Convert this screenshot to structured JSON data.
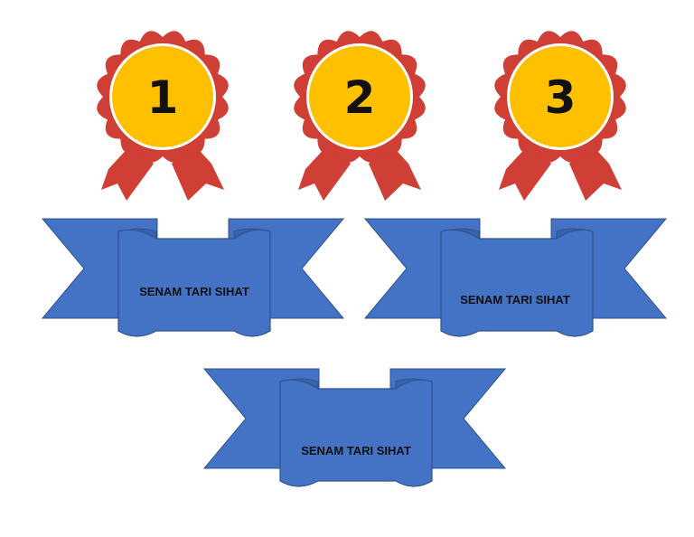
{
  "badges": [
    {
      "number": "1"
    },
    {
      "number": "2"
    },
    {
      "number": "3"
    }
  ],
  "ribbons": [
    {
      "label": "SENAM TARI SIHAT"
    },
    {
      "label": "SENAM TARI SIHAT"
    },
    {
      "label": "SENAM TARI SIHAT"
    }
  ],
  "colors": {
    "rosette_red": "#cf3f35",
    "rosette_red_dark": "#a8322a",
    "medal_gold": "#ffc000",
    "ribbon_blue": "#4472c4",
    "ribbon_blue_dark": "#2f528f",
    "ribbon_blue_shade": "#3a62ad"
  }
}
